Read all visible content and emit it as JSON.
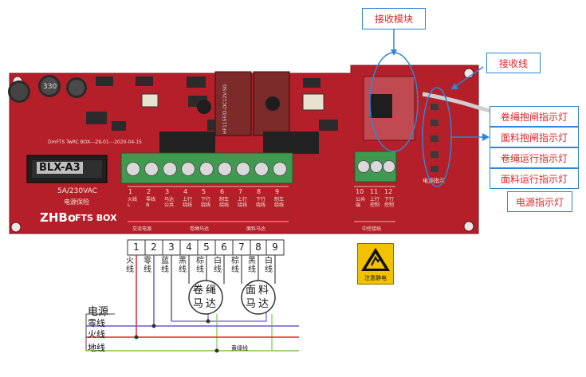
{
  "callouts": {
    "receiver_module": "接收模块",
    "receiver_wire": "接收线",
    "indicators": [
      "卷绳抱闸指示灯",
      "面料抱闸指示灯",
      "卷绳运行指示灯",
      "面料运行指示灯",
      "电源指示灯"
    ]
  },
  "board": {
    "top_silk": "DmFTS TwRC BOX---ZK-01---2020-04-15",
    "fuse_code": "BLX-A3",
    "fuse_rating": "5A/230VAC",
    "fuse_label": "电源保险",
    "brand": "ZHBo",
    "model": "FTS BOX",
    "relay_text": "HF115F/D-DC12V-SG",
    "capacitor_text": "330",
    "mid_labels": [
      "交流电源",
      "卷绳马达",
      "面料马达"
    ],
    "right_bottom_label": "中控接线",
    "indicator_silk": "电源指示",
    "main_terminals": [
      {
        "num": "1",
        "label": "火线 L"
      },
      {
        "num": "2",
        "label": "零线 N"
      },
      {
        "num": "3",
        "label": "马达公共"
      },
      {
        "num": "4",
        "label": "上行 绕线"
      },
      {
        "num": "5",
        "label": "下行 绕线"
      },
      {
        "num": "6",
        "label": "制车 绕线"
      },
      {
        "num": "7",
        "label": "上行 绕线"
      },
      {
        "num": "8",
        "label": "下行 绕线"
      },
      {
        "num": "9",
        "label": "制车 绕线"
      }
    ],
    "right_terminals": [
      {
        "num": "10",
        "label": "公共端"
      },
      {
        "num": "11",
        "label": "上行 控制"
      },
      {
        "num": "12",
        "label": "下行 控制"
      }
    ]
  },
  "esd_label": "注意静电",
  "wiring": {
    "terminal_numbers": [
      "1",
      "2",
      "3",
      "4",
      "5",
      "6",
      "7",
      "8",
      "9"
    ],
    "wire_labels": [
      "火线",
      "零线",
      "蓝线",
      "黑线",
      "棕线",
      "白线",
      "棕线",
      "黑线",
      "白线"
    ],
    "motor1": "卷绳马达",
    "motor2": "面料马达",
    "power_title": "电源",
    "power_lines": [
      "零线",
      "火线",
      "地线"
    ],
    "ground_note": "黄绿线"
  },
  "colors": {
    "pcb": "#b51f2a",
    "callout_border": "#2e86d4",
    "callout_text": "#e0262b",
    "neutral_line": "#6a5acd",
    "live_line": "#e0262b",
    "earth_line": "#7acb3c",
    "terminal_green": "#3f9a4f"
  }
}
